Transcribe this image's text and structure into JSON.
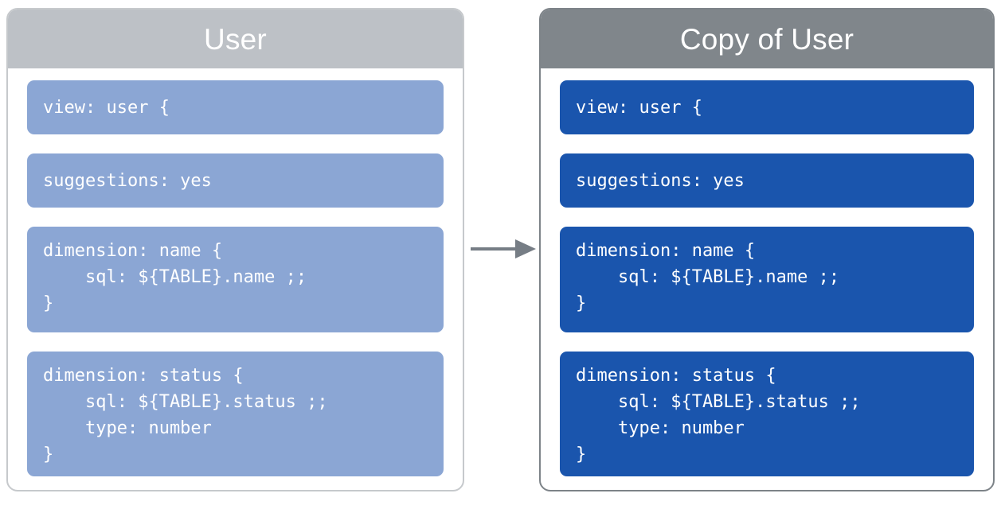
{
  "diagram": {
    "type": "before-after-copy",
    "arrow": {
      "icon": "arrow-right-icon",
      "direction": "right",
      "color": "#767d85"
    },
    "colors": {
      "source_header_bg": "#bdc1c6",
      "target_header_bg": "#80868b",
      "source_block_bg": "#8ba6d4",
      "target_block_bg": "#1a55ad",
      "card_bg": "#ffffff",
      "source_border": "#c6c9cc",
      "target_border": "#7d8388",
      "code_text": "#ffffff"
    },
    "cards": [
      {
        "id": "source",
        "title": "User",
        "blocks": [
          {
            "id": "view",
            "lines": "view: user {",
            "size": "h1"
          },
          {
            "id": "suggestions",
            "lines": "suggestions: yes",
            "size": "h1"
          },
          {
            "id": "dimension-name",
            "lines": "dimension: name {\n    sql: ${TABLE}.name ;;\n}",
            "size": "h3"
          },
          {
            "id": "dimension-status",
            "lines": "dimension: status {\n    sql: ${TABLE}.status ;;\n    type: number\n}",
            "size": "h4"
          }
        ]
      },
      {
        "id": "target",
        "title": "Copy of User",
        "blocks": [
          {
            "id": "view",
            "lines": "view: user {",
            "size": "h1"
          },
          {
            "id": "suggestions",
            "lines": "suggestions: yes",
            "size": "h1"
          },
          {
            "id": "dimension-name",
            "lines": "dimension: name {\n    sql: ${TABLE}.name ;;\n}",
            "size": "h3"
          },
          {
            "id": "dimension-status",
            "lines": "dimension: status {\n    sql: ${TABLE}.status ;;\n    type: number\n}",
            "size": "h4"
          }
        ]
      }
    ]
  }
}
